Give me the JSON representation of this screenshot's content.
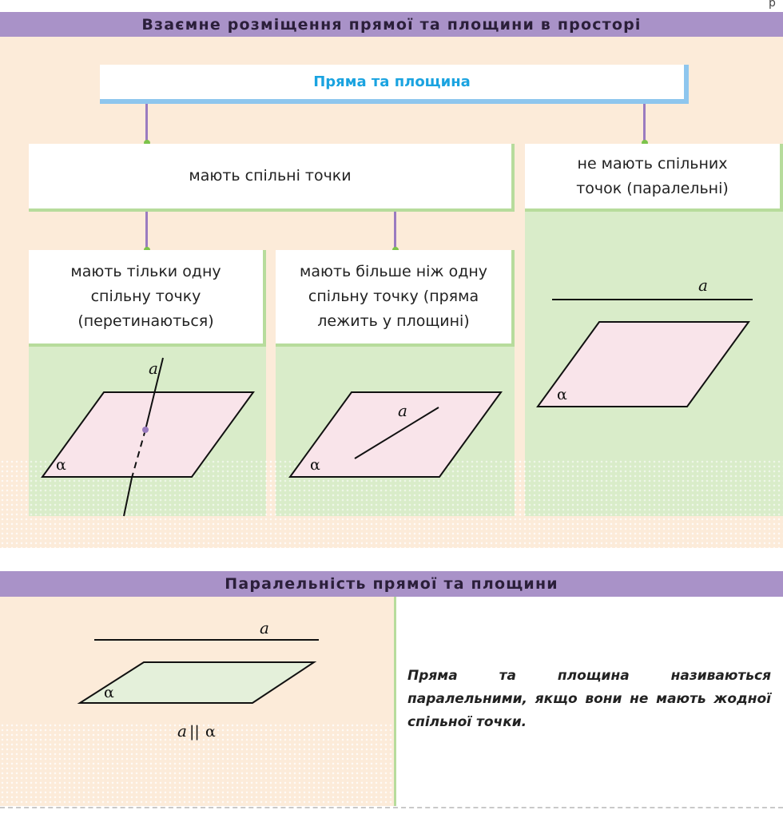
{
  "page_number_fragment": "р",
  "section1": {
    "title": "Взаємне розміщення прямої та площини в просторі",
    "root_box": "Пряма та площина",
    "common_points_box": "мають спільні точки",
    "no_common_points_box": "не мають спільних точок (паралельні)",
    "one_point_box": "мають тільки одну спільну точку (перетинаються)",
    "many_points_box": "мають більше ніж одну спільну точку (пряма лежить у площині)",
    "line_label": "a",
    "plane_label": "α"
  },
  "section2": {
    "title": "Паралельність прямої та площини",
    "line_label": "a",
    "plane_label": "α",
    "notation_a": "a",
    "notation_rel": "||",
    "notation_alpha": "α",
    "definition": "Пряма та площина називаються паралельними, якщо вони не мають жодної спільної точки."
  },
  "colors": {
    "header_band": "#a992c8",
    "background": "#fcebd9",
    "panel_green": "#d9ecc9",
    "plane_pink": "#f9e4ea",
    "plane_green": "#e4f0da",
    "accent_blue": "#1aa3e0",
    "connector_purple": "#9a7bc0",
    "connector_dot_green": "#7cc34b"
  }
}
